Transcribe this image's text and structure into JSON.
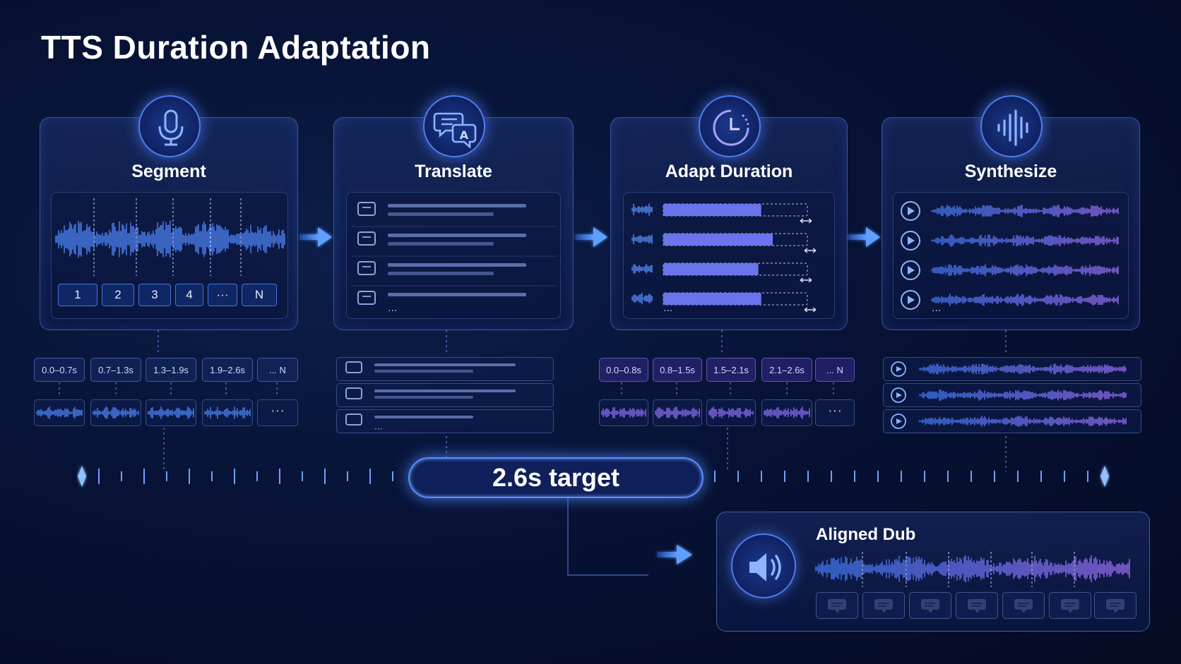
{
  "title": "TTS Duration Adaptation",
  "colors": {
    "accent": "#4f7df0",
    "purple": "#8a6cf0",
    "background": "#061030"
  },
  "stages": [
    {
      "name": "Segment",
      "icon": "microphone-icon"
    },
    {
      "name": "Translate",
      "icon": "translate-chat-icon"
    },
    {
      "name": "Adapt Duration",
      "icon": "clock-icon"
    },
    {
      "name": "Synthesize",
      "icon": "soundwave-icon"
    }
  ],
  "segment_numbers": [
    "1",
    "2",
    "3",
    "4",
    "···",
    "N"
  ],
  "source_times": [
    "0.0–0.7s",
    "0.7–1.3s",
    "1.3–1.9s",
    "1.9–2.6s",
    "... N"
  ],
  "adapted_times": [
    "0.0–0.8s",
    "0.8–1.5s",
    "1.5–2.1s",
    "2.1–2.6s",
    "... N"
  ],
  "adapt_fill": [
    0.68,
    0.76,
    0.66,
    0.68
  ],
  "ellipsis": "···",
  "target_label": "2.6s target",
  "output": {
    "title": "Aligned Dub",
    "icon": "speaker-icon"
  }
}
